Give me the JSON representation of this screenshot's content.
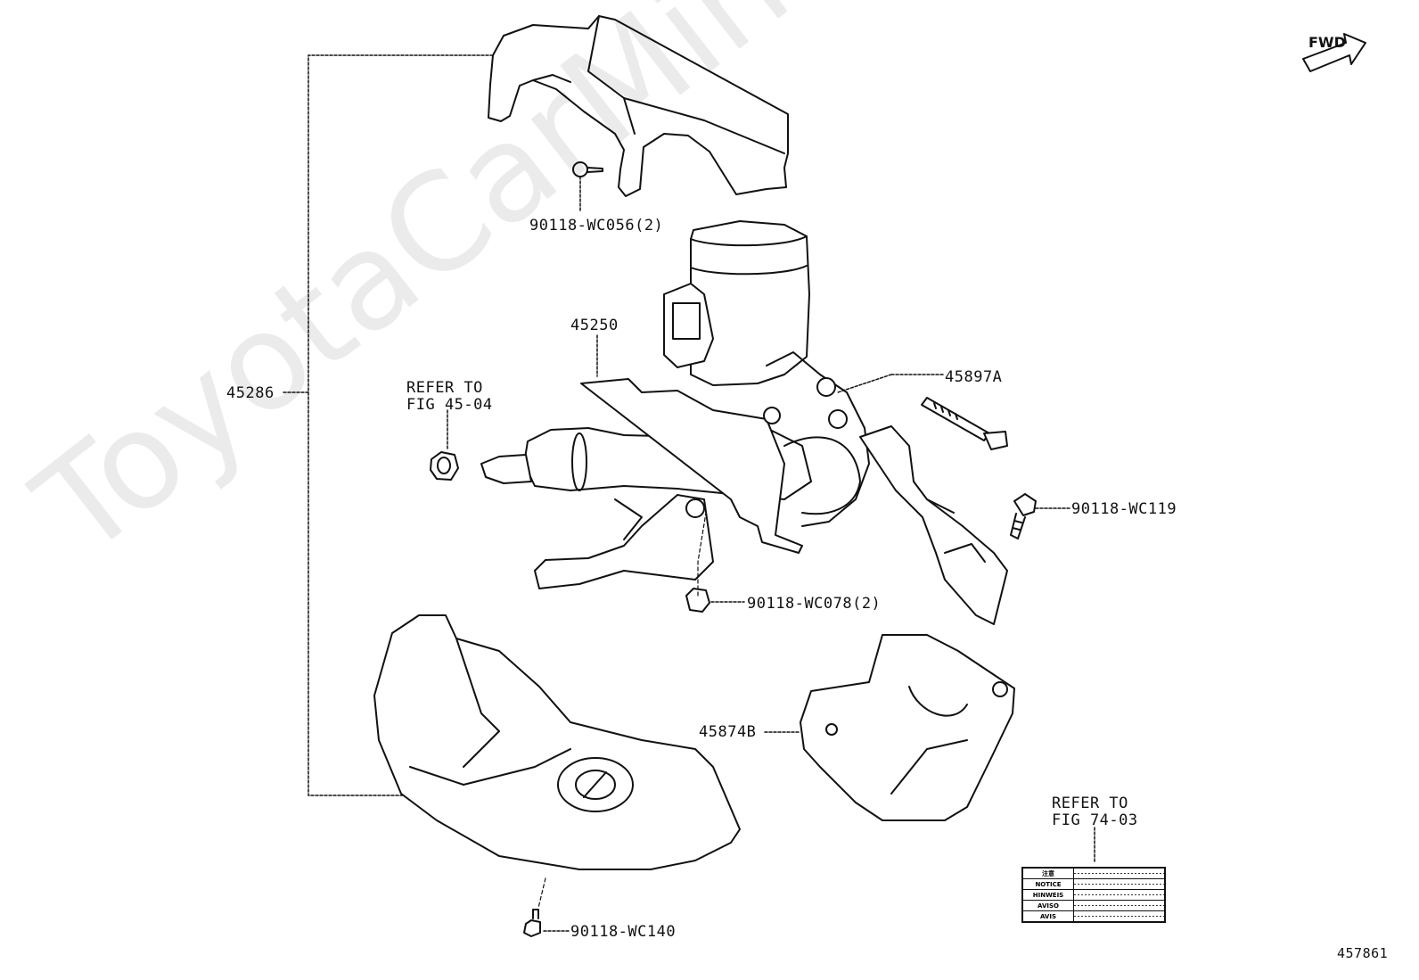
{
  "watermark": "ToyotaCarMine.ru",
  "direction_badge": "FWD",
  "figure_number": "457861",
  "callouts": {
    "assembly": "45286",
    "column": "45250",
    "bolt_a": "45897A",
    "cover": "45874B",
    "screw_top": "90118-WC056(2)",
    "bolt_right": "90118-WC119",
    "nut_mid": "90118-WC078(2)",
    "screw_bottom": "90118-WC140"
  },
  "refer_notes": {
    "left_line1": "REFER TO",
    "left_line2": "FIG 45-04",
    "right_line1": "REFER TO",
    "right_line2": "FIG 74-03"
  },
  "caution_label_rows": [
    "注意",
    "NOTICE",
    "HINWEIS",
    "AVISO",
    "AVIS"
  ]
}
